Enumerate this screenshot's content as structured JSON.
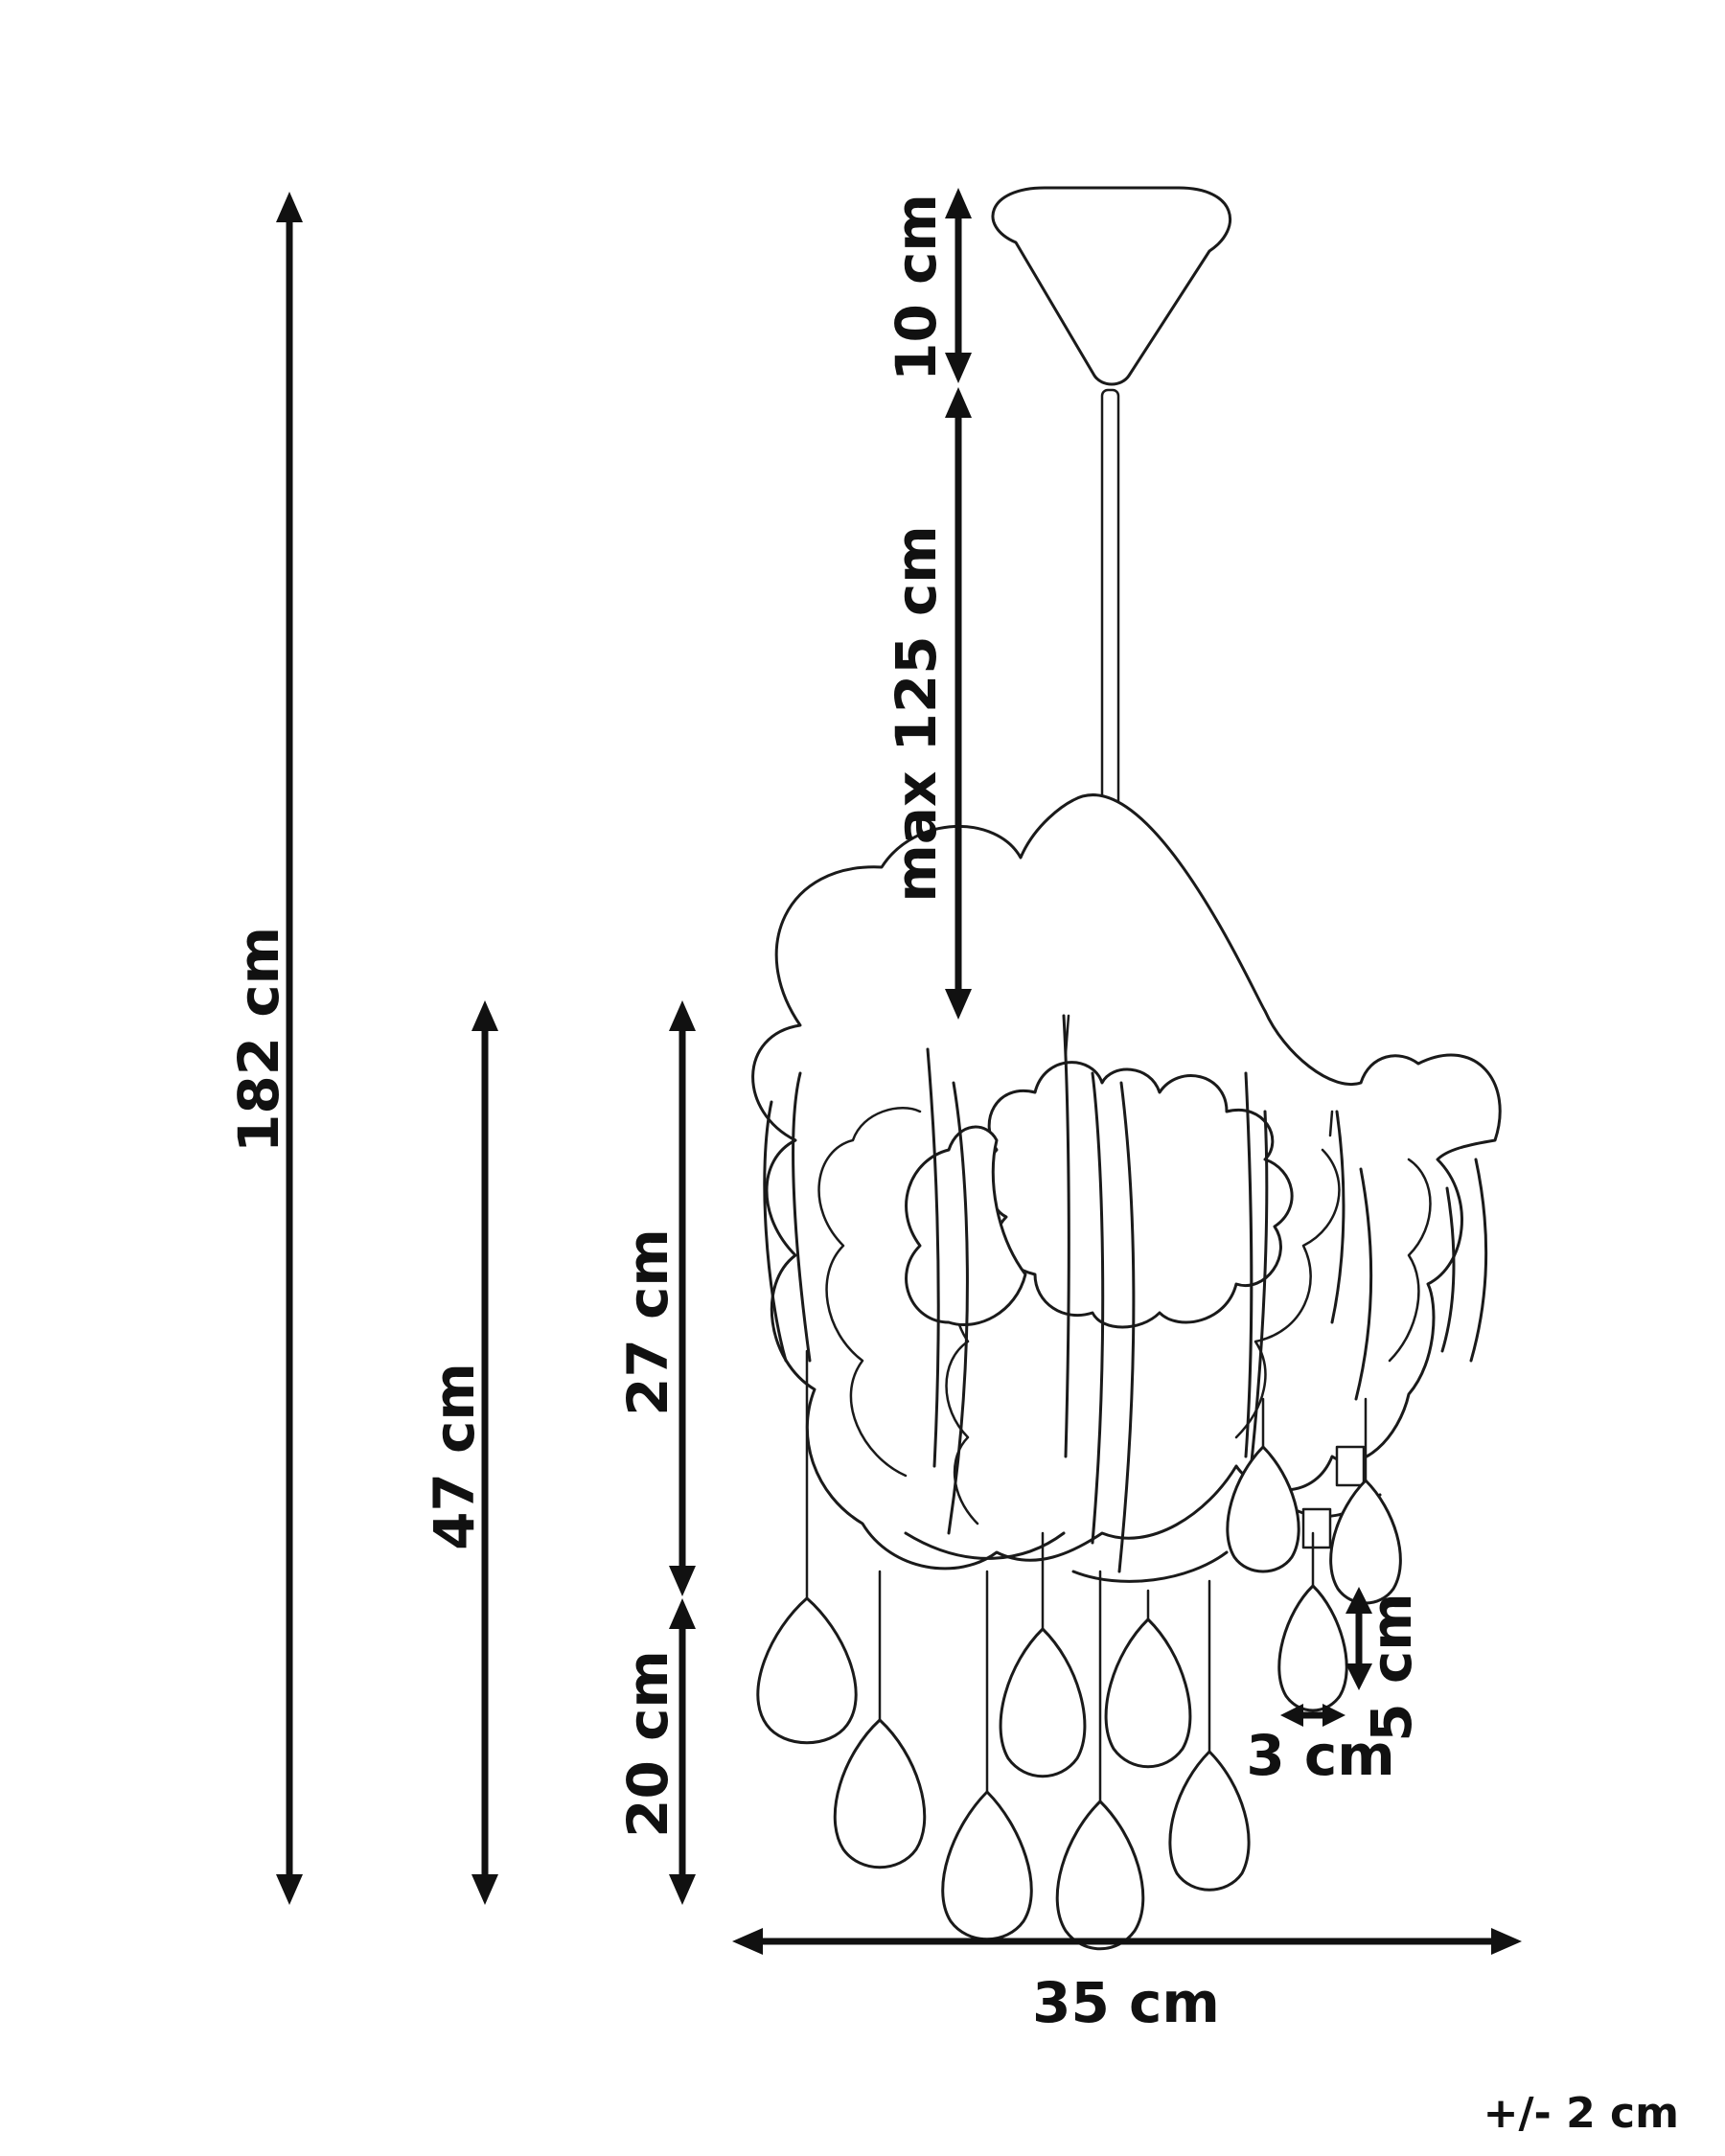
{
  "dimensions": {
    "total_height": "182 cm",
    "canopy_height": "10 cm",
    "cable_length": "max 125 cm",
    "lamp_height": "47 cm",
    "shade_height": "27 cm",
    "pendant_drop": "20 cm",
    "width": "35 cm",
    "crystal_height": "5 cm",
    "crystal_width": "3 cm"
  },
  "tolerance": "+/- 2 cm"
}
